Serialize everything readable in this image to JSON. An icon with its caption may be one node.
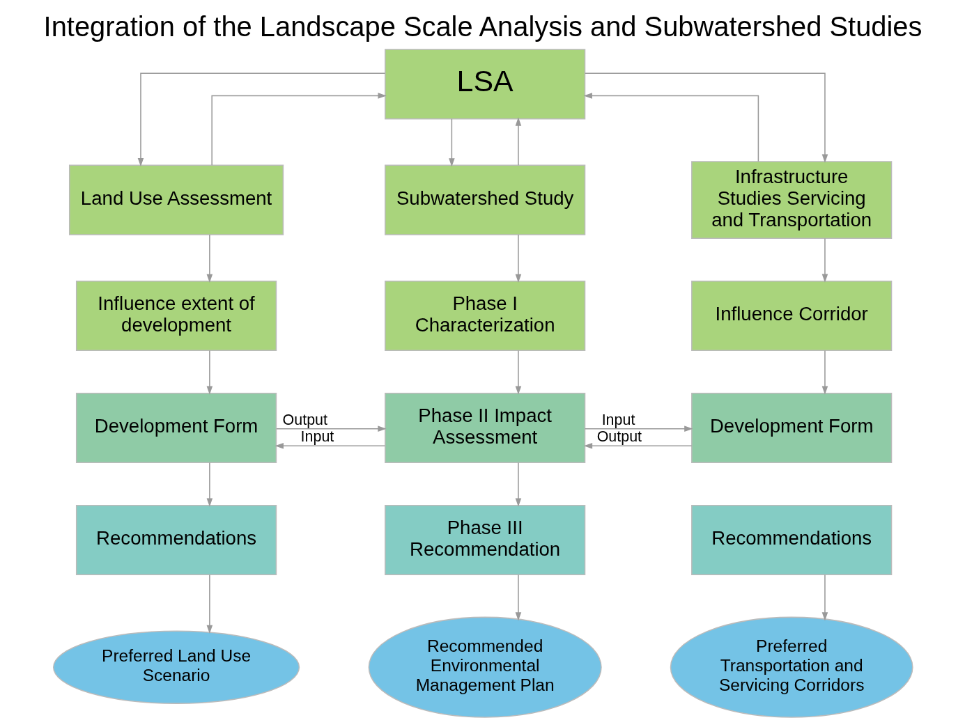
{
  "diagram": {
    "title": "Integration of the Landscape Scale Analysis and Subwatershed Studies",
    "nodes": [
      {
        "text": [
          "LSA"
        ]
      },
      {
        "text": [
          "Land Use Assessment"
        ]
      },
      {
        "text": [
          "Subwatershed Study"
        ]
      },
      {
        "text": [
          "Infrastructure Studies Servicing and Transportation"
        ]
      },
      {
        "text": [
          "Influence extent of development"
        ]
      },
      {
        "text": [
          "Phase I Characterization"
        ]
      },
      {
        "text": [
          "Influence Corridor"
        ]
      },
      {
        "text": [
          "Development Form"
        ]
      },
      {
        "text": [
          "Phase II Impact Assessment"
        ]
      },
      {
        "text": [
          "Development Form"
        ]
      },
      {
        "text": [
          "Recommendations"
        ]
      },
      {
        "text": [
          "Phase III Recommendation"
        ]
      },
      {
        "text": [
          "Recommendations"
        ]
      },
      {
        "text": [
          "Preferred Land Use Scenario"
        ]
      },
      {
        "text": [
          "Recommended Environmental Management Plan"
        ]
      },
      {
        "text": [
          "Preferred Transportation and Servicing Corridors"
        ]
      }
    ],
    "edges": [
      {
        "from": 0,
        "to": 1,
        "arrow": "to"
      },
      {
        "from": 0,
        "to": 2,
        "arrow": "to"
      },
      {
        "from": 0,
        "to": 3,
        "arrow": "to"
      },
      {
        "from": 1,
        "to": 0,
        "arrow": "to"
      },
      {
        "from": 2,
        "to": 0,
        "arrow": "to"
      },
      {
        "from": 3,
        "to": 0,
        "arrow": "to"
      },
      {
        "from": 1,
        "to": 4,
        "arrow": "to"
      },
      {
        "from": 2,
        "to": 5,
        "arrow": "to"
      },
      {
        "from": 3,
        "to": 6,
        "arrow": "to"
      },
      {
        "from": 4,
        "to": 7,
        "arrow": "to"
      },
      {
        "from": 5,
        "to": 8,
        "arrow": "to"
      },
      {
        "from": 6,
        "to": 9,
        "arrow": "to"
      },
      {
        "from": 8,
        "to": 7,
        "arrow": "to",
        "label": "Input"
      },
      {
        "from": 7,
        "to": 8,
        "arrow": "to",
        "label": "Output"
      },
      {
        "from": 8,
        "to": 9,
        "arrow": "to",
        "label": "Input"
      },
      {
        "from": 9,
        "to": 8,
        "arrow": "to",
        "label": "Output"
      },
      {
        "from": 7,
        "to": 10,
        "arrow": "to"
      },
      {
        "from": 8,
        "to": 11,
        "arrow": "to"
      },
      {
        "from": 10,
        "to": 13,
        "arrow": "to"
      },
      {
        "from": 11,
        "to": 14,
        "arrow": "to"
      },
      {
        "from": 12,
        "to": 15,
        "arrow": "to"
      }
    ]
  }
}
